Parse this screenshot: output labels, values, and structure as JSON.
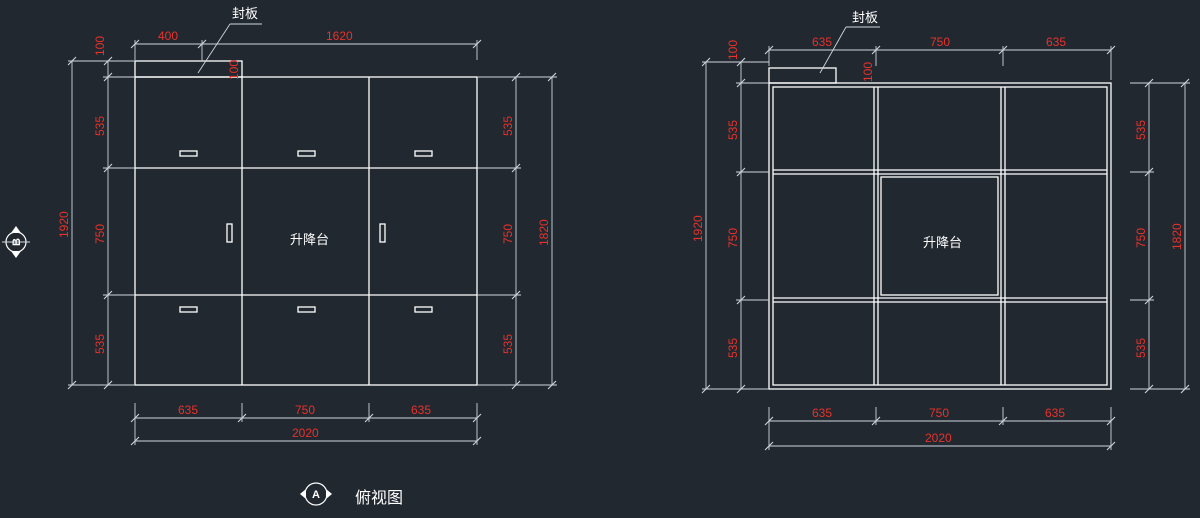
{
  "background": "#212830",
  "line_color": "#ffffff",
  "dim_text_color": "#e8322b",
  "labels": {
    "seal_plate": "封板",
    "lift_table": "升降台",
    "view_title": "俯视图",
    "marker_a": "A",
    "marker_b": "B"
  },
  "left_view": {
    "top_dims": [
      "400",
      "1620"
    ],
    "top_height": "100",
    "small_height": "100",
    "left_rows": [
      "535",
      "750",
      "535"
    ],
    "left_total": "1920",
    "right_rows": [
      "535",
      "750",
      "535"
    ],
    "right_total": "1820",
    "bottom_cols": [
      "635",
      "750",
      "635"
    ],
    "bottom_total": "2020"
  },
  "right_view": {
    "top_dims": [
      "635",
      "750",
      "635"
    ],
    "top_height": "100",
    "small_height": "100",
    "left_rows": [
      "535",
      "750",
      "535"
    ],
    "left_total": "1920",
    "right_rows": [
      "535",
      "750",
      "535"
    ],
    "right_total": "1820",
    "bottom_cols": [
      "635",
      "750",
      "635"
    ],
    "bottom_total": "2020"
  }
}
